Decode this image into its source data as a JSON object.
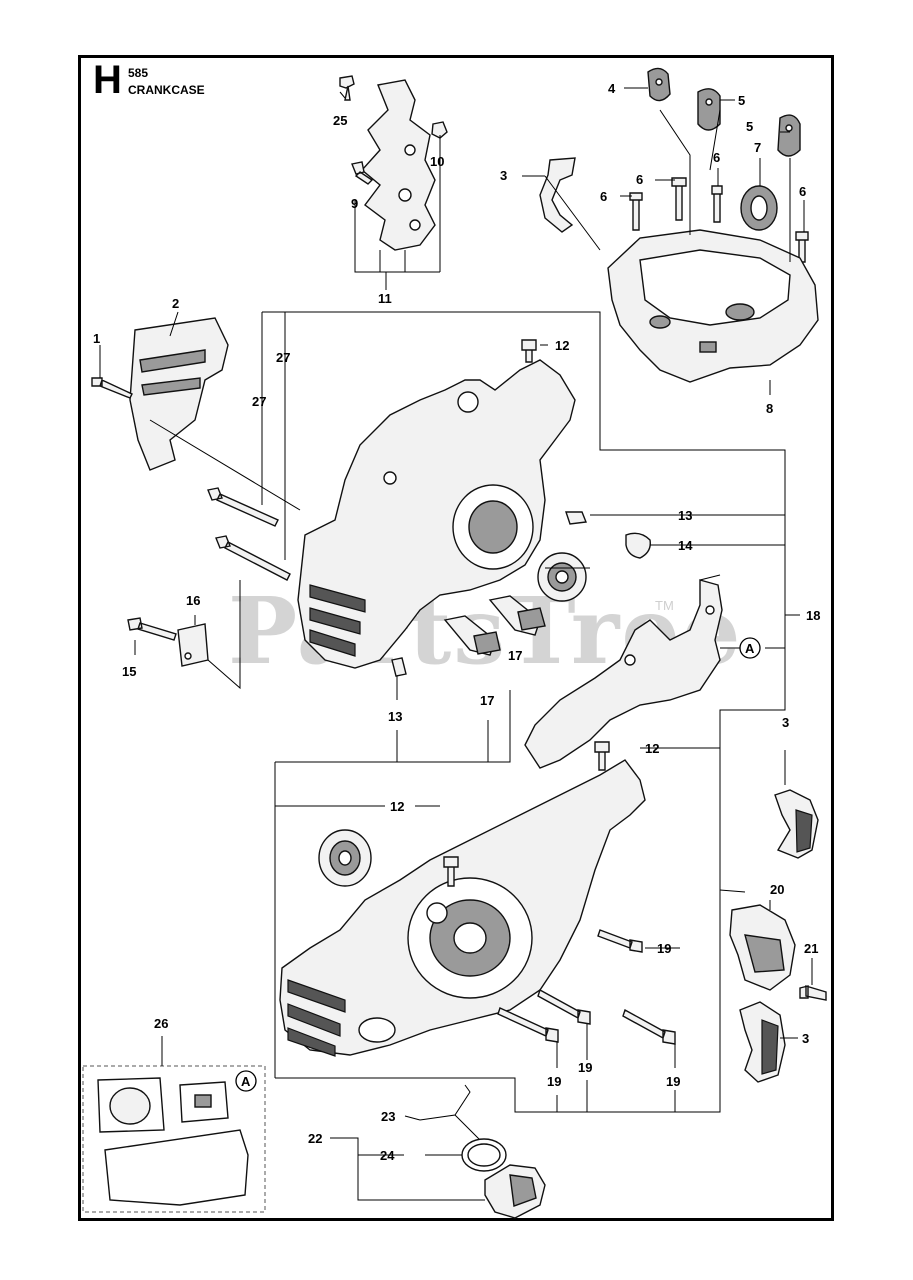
{
  "header": {
    "letter": "H",
    "model": "585",
    "title": "CRANKCASE"
  },
  "watermark": {
    "text": "PartsTree",
    "trademark": "TM"
  },
  "kit_marker": "A",
  "callouts": {
    "c1": "1",
    "c2": "2",
    "c3a": "3",
    "c3b": "3",
    "c3c": "3",
    "c4": "4",
    "c5a": "5",
    "c5b": "5",
    "c6a": "6",
    "c6b": "6",
    "c6c": "6",
    "c6d": "6",
    "c7": "7",
    "c8": "8",
    "c9": "9",
    "c10": "10",
    "c11": "11",
    "c12a": "12",
    "c12b": "12",
    "c12c": "12",
    "c13a": "13",
    "c13b": "13",
    "c14": "14",
    "c15": "15",
    "c16": "16",
    "c17a": "17",
    "c17b": "17",
    "c18": "18",
    "c19a": "19",
    "c19b": "19",
    "c19c": "19",
    "c19d": "19",
    "c20": "20",
    "c21": "21",
    "c22": "22",
    "c23": "23",
    "c24": "24",
    "c25": "25",
    "c26": "26",
    "c27a": "27",
    "c27b": "27"
  },
  "colors": {
    "ink": "#000000",
    "watermark": "#d4d4d4",
    "part_fill": "#f2f2f2"
  }
}
